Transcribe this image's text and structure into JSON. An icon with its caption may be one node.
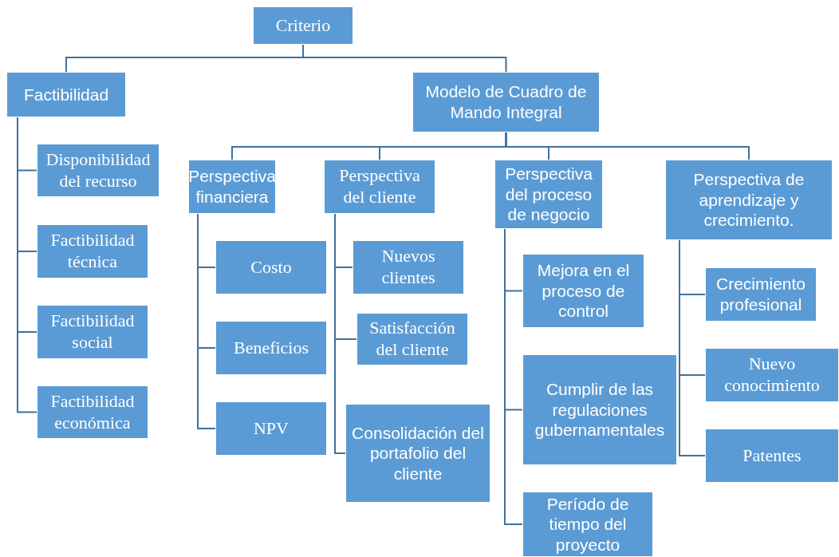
{
  "diagram": {
    "nodes": [
      {
        "text": [
          "Criterio"
        ]
      },
      {
        "text": [
          "Factibilidad"
        ]
      },
      {
        "text": [
          "Modelo de Cuadro de Mando Integral"
        ]
      },
      {
        "text": [
          "Disponibilidad del recurso"
        ]
      },
      {
        "text": [
          "Factibilidad técnica"
        ]
      },
      {
        "text": [
          "Factibilidad social"
        ]
      },
      {
        "text": [
          "Factibilidad económica"
        ]
      },
      {
        "text": [
          "Perspectiva financiera"
        ]
      },
      {
        "text": [
          "Perspectiva del cliente"
        ]
      },
      {
        "text": [
          "Perspectiva del proceso de negocio"
        ]
      },
      {
        "text": [
          "Perspectiva de aprendizaje y crecimiento."
        ]
      },
      {
        "text": [
          "Costo"
        ]
      },
      {
        "text": [
          "Beneficios"
        ]
      },
      {
        "text": [
          "NPV"
        ]
      },
      {
        "text": [
          "Nuevos clientes"
        ]
      },
      {
        "text": [
          "Satisfacción del cliente"
        ]
      },
      {
        "text": [
          "Consolidación del portafolio del cliente"
        ]
      },
      {
        "text": [
          "Mejora en el proceso de control"
        ]
      },
      {
        "text": [
          "Cumplir de las regulaciones gubernamentales"
        ]
      },
      {
        "text": [
          "Período de tiempo del proyecto"
        ]
      },
      {
        "text": [
          "Crecimiento profesional"
        ]
      },
      {
        "text": [
          "Nuevo conocimiento"
        ]
      },
      {
        "text": [
          "Patentes"
        ]
      }
    ],
    "edges": [
      {
        "from": 0,
        "to": 1,
        "arrow": "none"
      },
      {
        "from": 0,
        "to": 2,
        "arrow": "none"
      },
      {
        "from": 1,
        "to": 3,
        "arrow": "none"
      },
      {
        "from": 1,
        "to": 4,
        "arrow": "none"
      },
      {
        "from": 1,
        "to": 5,
        "arrow": "none"
      },
      {
        "from": 1,
        "to": 6,
        "arrow": "none"
      },
      {
        "from": 2,
        "to": 7,
        "arrow": "none"
      },
      {
        "from": 2,
        "to": 8,
        "arrow": "none"
      },
      {
        "from": 2,
        "to": 9,
        "arrow": "none"
      },
      {
        "from": 2,
        "to": 10,
        "arrow": "none"
      },
      {
        "from": 7,
        "to": 11,
        "arrow": "none"
      },
      {
        "from": 7,
        "to": 12,
        "arrow": "none"
      },
      {
        "from": 7,
        "to": 13,
        "arrow": "none"
      },
      {
        "from": 8,
        "to": 14,
        "arrow": "none"
      },
      {
        "from": 8,
        "to": 15,
        "arrow": "none"
      },
      {
        "from": 8,
        "to": 16,
        "arrow": "none"
      },
      {
        "from": 9,
        "to": 17,
        "arrow": "none"
      },
      {
        "from": 9,
        "to": 18,
        "arrow": "none"
      },
      {
        "from": 9,
        "to": 19,
        "arrow": "none"
      },
      {
        "from": 10,
        "to": 20,
        "arrow": "none"
      },
      {
        "from": 10,
        "to": 21,
        "arrow": "none"
      },
      {
        "from": 10,
        "to": 22,
        "arrow": "none"
      }
    ]
  }
}
